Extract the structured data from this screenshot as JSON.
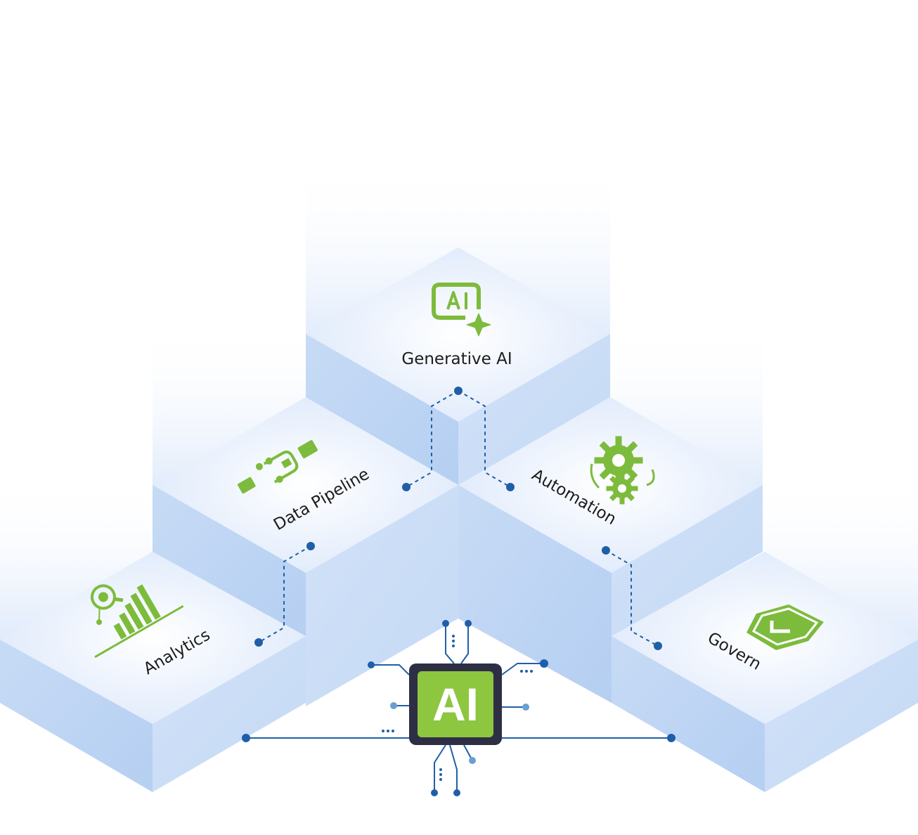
{
  "diagram": {
    "center_chip": {
      "text": "AI"
    },
    "nodes": [
      {
        "id": "generative-ai",
        "label": "Generative AI",
        "icon": "ai-sparkle-icon"
      },
      {
        "id": "data-pipeline",
        "label": "Data Pipeline",
        "icon": "pipeline-flow-icon"
      },
      {
        "id": "automation",
        "label": "Automation",
        "icon": "gears-cycle-icon"
      },
      {
        "id": "analytics",
        "label": "Analytics",
        "icon": "analytics-chart-icon"
      },
      {
        "id": "govern",
        "label": "Govern",
        "icon": "shield-check-icon"
      }
    ],
    "colors": {
      "icon_green": "#7dbb3c",
      "chip_green": "#8dc63f",
      "chip_frame": "#2e2f44",
      "connector_blue": "#1f5fa8",
      "platform_top": "#dde9fb",
      "platform_side": "#b8d1f2"
    }
  }
}
